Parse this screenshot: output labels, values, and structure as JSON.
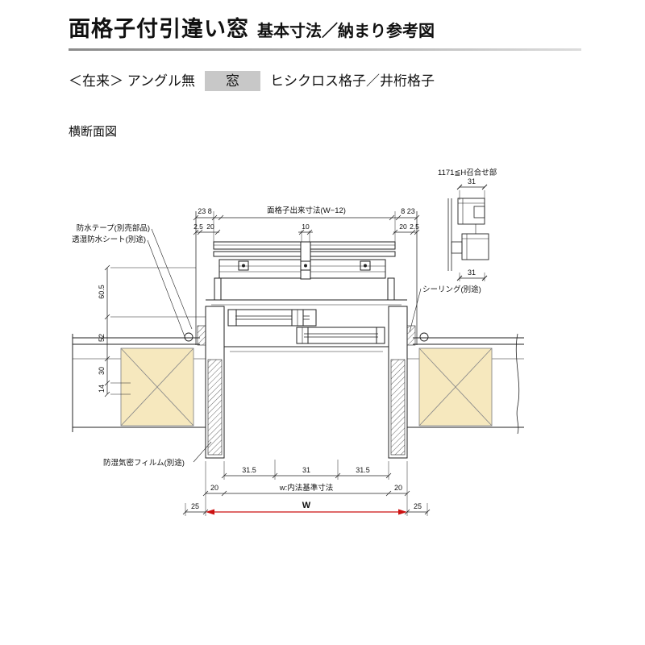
{
  "header": {
    "title_main": "面格子付引違い窓",
    "title_sub": "基本寸法／納まり参考図"
  },
  "subheader": {
    "left": "＜在来＞ アングル無",
    "highlight": "窓",
    "right": "ヒシクロス格子／井桁格子"
  },
  "section_title": "横断面図",
  "diagram": {
    "colors": {
      "wood": "#f6e8be",
      "red": "#cc1111",
      "line": "#222222"
    },
    "detail": {
      "title": "1171≦H召合せ部",
      "dim_top": "31",
      "dim_bottom": "31"
    },
    "top_dims": {
      "left_pair": "23 8",
      "grille_width": "面格子出来寸法(W−12)",
      "right_pair": "8 23",
      "left_2_5": "2.5",
      "left_20": "20",
      "center_10": "10",
      "right_20": "20",
      "right_2_5": "2.5"
    },
    "side_dims": {
      "d60_5": "60.5",
      "d52": "52",
      "d30": "30",
      "d14": "14"
    },
    "labels": {
      "waterproof_tape": "防水テープ(別売部品)",
      "breathable_sheet": "透湿防水シート(別途)",
      "sealing": "シーリング(別途)",
      "moisture_film": "防湿気密フィルム(別途)"
    },
    "bottom_dims": {
      "row1_left": "31.5",
      "row1_center": "31",
      "row1_right": "31.5",
      "row2_left": "20",
      "row2_center": "w:内法基準寸法",
      "row2_right": "20",
      "row3_left": "25",
      "row3_center": "W",
      "row3_right": "25"
    }
  }
}
